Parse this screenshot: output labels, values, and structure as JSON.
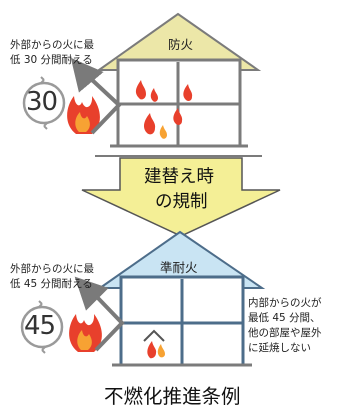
{
  "top_panel": {
    "roof_label": "防火",
    "side_note": [
      "外部からの火に最",
      "低 30 分間耐える"
    ],
    "ring_number": "30"
  },
  "banner": {
    "line1": "建替え時",
    "line2": "の規制"
  },
  "bottom_panel": {
    "roof_label": "準耐火",
    "side_note": [
      "外部からの火に最",
      "低 45 分間耐える"
    ],
    "ring_number": "45",
    "inner_note": [
      "内部からの火が",
      "最低 45 分間、",
      "他の部屋や屋外",
      "に延焼しない"
    ]
  },
  "footer_title": "不燃化推進条例",
  "colors": {
    "top_roof": "#ece7a8",
    "bottom_roof": "#c9e4f3",
    "banner_fill": "#f4ef96",
    "flame_outer": "#e8402c",
    "flame_inner": "#f7a233",
    "ring": "#9a9a9a"
  }
}
